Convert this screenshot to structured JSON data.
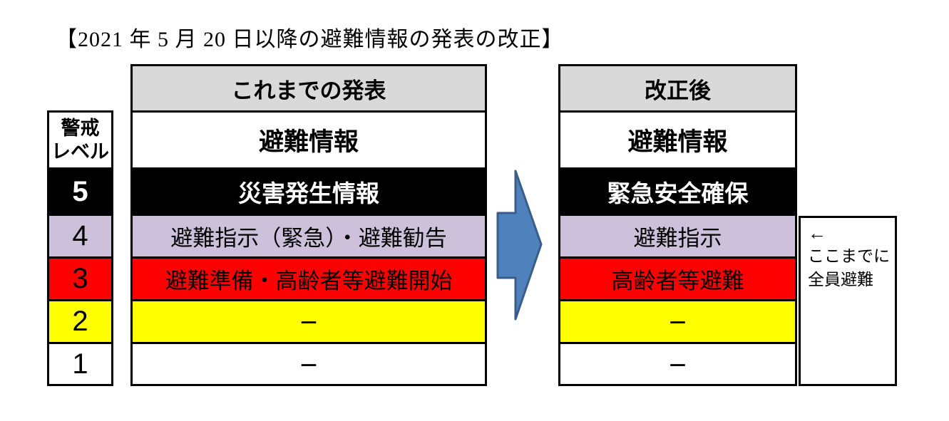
{
  "title": "【2021 年 5 月 20 日以降の避難情報の発表の改正】",
  "level_column": {
    "header_line1": "警戒",
    "header_line2": "レベル",
    "levels": [
      {
        "label": "5",
        "bg": "#000000",
        "fg": "#FFFFFF"
      },
      {
        "label": "4",
        "bg": "#CCC0DA",
        "fg": "#000000"
      },
      {
        "label": "3",
        "bg": "#FF0000",
        "fg": "#000000"
      },
      {
        "label": "2",
        "bg": "#FFFF00",
        "fg": "#000000"
      },
      {
        "label": "1",
        "bg": "#FFFFFF",
        "fg": "#000000"
      }
    ]
  },
  "before_table": {
    "header": "これまでの発表",
    "header_bg": "#D9D9D9",
    "rows": [
      {
        "label": "避難情報",
        "bg": "#FFFFFF",
        "fg": "#000000"
      },
      {
        "label": "災害発生情報",
        "bg": "#000000",
        "fg": "#FFFFFF"
      },
      {
        "label": "避難指示（緊急）・避難勧告",
        "bg": "#CCC0DA",
        "fg": "#000000"
      },
      {
        "label": "避難準備・高齢者等避難開始",
        "bg": "#FF0000",
        "fg": "#000000"
      },
      {
        "label": "－",
        "bg": "#FFFF00",
        "fg": "#000000"
      },
      {
        "label": "－",
        "bg": "#FFFFFF",
        "fg": "#000000"
      }
    ]
  },
  "after_table": {
    "header": "改正後",
    "header_bg": "#D9D9D9",
    "rows": [
      {
        "label": "避難情報",
        "bg": "#FFFFFF",
        "fg": "#000000"
      },
      {
        "label": "緊急安全確保",
        "bg": "#000000",
        "fg": "#FFFFFF"
      },
      {
        "label": "避難指示",
        "bg": "#CCC0DA",
        "fg": "#000000"
      },
      {
        "label": "高齢者等避難",
        "bg": "#FF0000",
        "fg": "#000000"
      },
      {
        "label": "－",
        "bg": "#FFFF00",
        "fg": "#000000"
      },
      {
        "label": "－",
        "bg": "#FFFFFF",
        "fg": "#000000"
      }
    ]
  },
  "annotation": {
    "arrow_glyph": "←",
    "line1": "ここまでに",
    "line2": "全員避難"
  },
  "colors": {
    "arrow_fill": "#4F81BD",
    "arrow_stroke": "#385D8A"
  }
}
